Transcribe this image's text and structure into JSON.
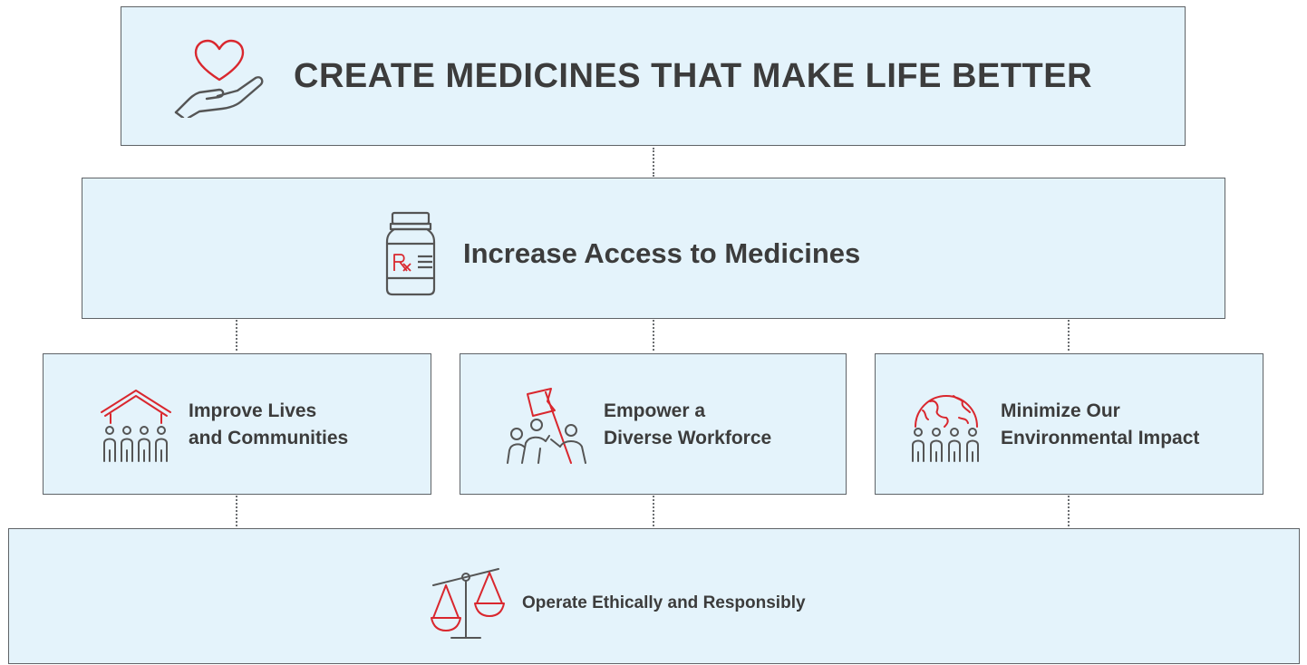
{
  "mission": {
    "title": "CREATE MEDICINES THAT MAKE LIFE BETTER",
    "icon": "heart-in-hand-icon"
  },
  "goal": {
    "title": "Increase Access to Medicines",
    "icon": "rx-bottle-icon"
  },
  "pillars": [
    {
      "line1": "Improve Lives",
      "line2": "and Communities",
      "icon": "community-house-icon"
    },
    {
      "line1": "Empower a",
      "line2": "Diverse Workforce",
      "icon": "team-flag-icon"
    },
    {
      "line1": "Minimize Our",
      "line2": "Environmental Impact",
      "icon": "globe-people-icon"
    }
  ],
  "foundation": {
    "title": "Operate Ethically and Responsibly",
    "icon": "balance-scale-icon"
  },
  "colors": {
    "box_fill": "#e4f3fb",
    "border": "#5f6367",
    "accent_red": "#d9272e",
    "text": "#3c3c3c"
  }
}
